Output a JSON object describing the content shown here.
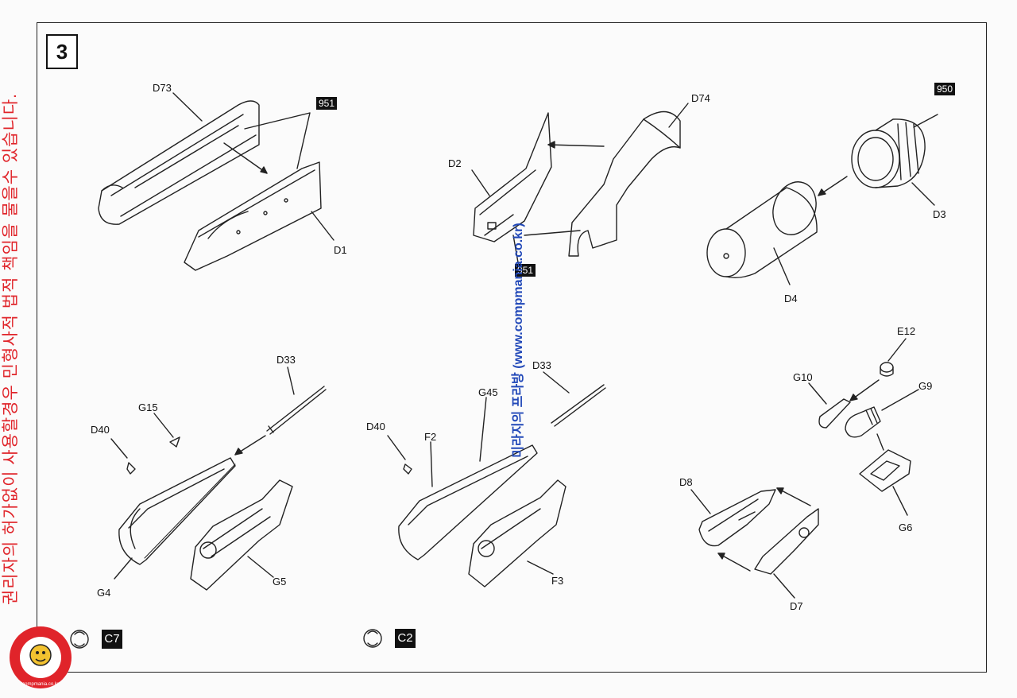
{
  "step": {
    "number": "3"
  },
  "labels": {
    "d73": "D73",
    "d1": "D1",
    "d2": "D2",
    "d74": "D74",
    "d3": "D3",
    "d4": "D4",
    "d33_left": "D33",
    "g15": "G15",
    "d40_left": "D40",
    "g4": "G4",
    "g5": "G5",
    "d33_mid": "D33",
    "g45": "G45",
    "d40_mid": "D40",
    "f2": "F2",
    "f3": "F3",
    "e12": "E12",
    "g10": "G10",
    "g9": "G9",
    "g6": "G6",
    "d8": "D8",
    "d7": "D7"
  },
  "paint_codes": {
    "p951_a": "951",
    "p951_b": "951",
    "p950": "950"
  },
  "color_boxes": {
    "left": "C7",
    "middle": "C2"
  },
  "icons": {
    "paint": "spray-rotate-icon"
  },
  "watermark": {
    "left_text": "권리자의 허가없이 사용할경우 민형사적 법적 책임을 물을수 있습니다.",
    "center_text": "미라지의 프라방 (www.compmania.co.kr)",
    "logo_text": "compmania.co.kr"
  },
  "colors": {
    "watermark_red": "#e0242a",
    "watermark_blue": "#2148b8"
  }
}
